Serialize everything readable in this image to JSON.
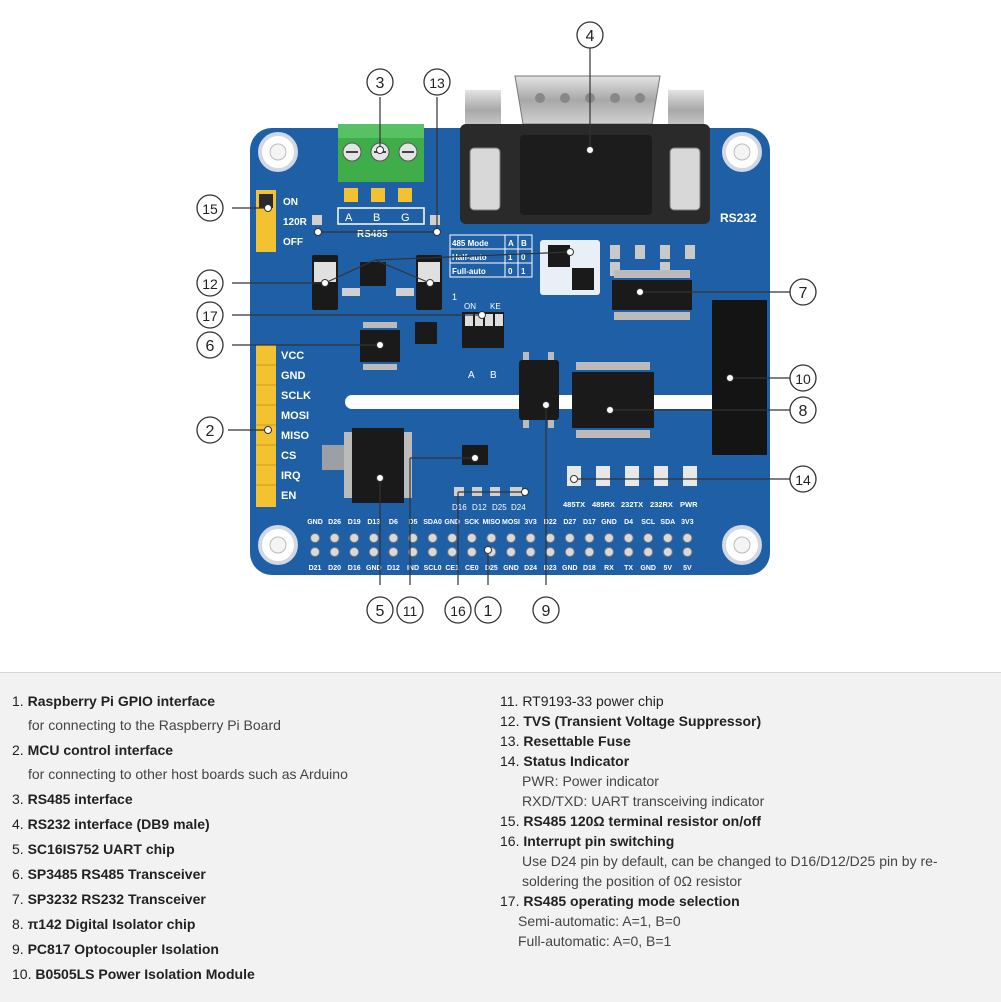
{
  "board": {
    "silkscreen": {
      "rs232": "RS232",
      "rs485": "RS485",
      "terminal": [
        "A",
        "B",
        "G"
      ],
      "jumper": [
        "ON",
        "120R",
        "OFF"
      ],
      "mode_table": [
        [
          "485 Mode",
          "A",
          "B"
        ],
        [
          "Half-auto",
          "1",
          "0"
        ],
        [
          "Full-auto",
          "0",
          "1"
        ]
      ],
      "dip_on": "ON",
      "dip_ke": "KE",
      "dip_ab": [
        "A",
        "B"
      ],
      "dip_num": "1",
      "mcu_pins": [
        "VCC",
        "GND",
        "SCLK",
        "MOSI",
        "MISO",
        "CS",
        "IRQ",
        "EN"
      ],
      "int_pins": [
        "D16",
        "D12",
        "D25",
        "D24"
      ],
      "leds": [
        "485TX",
        "485RX",
        "232TX",
        "232RX",
        "PWR"
      ],
      "gpio_top": [
        "GND",
        "D26",
        "D19",
        "D13",
        "D6",
        "D5",
        "SDA0",
        "GND",
        "SCK",
        "MISO",
        "MOSI",
        "3V3",
        "D22",
        "D27",
        "D17",
        "GND",
        "D4",
        "SCL",
        "SDA",
        "3V3"
      ],
      "gpio_bottom": [
        "D21",
        "D20",
        "D16",
        "GND",
        "D12",
        "IND",
        "SCL0",
        "CE1",
        "CE0",
        "D25",
        "GND",
        "D24",
        "D23",
        "GND",
        "D18",
        "RX",
        "TX",
        "GND",
        "5V",
        "5V"
      ]
    },
    "callouts": [
      "1",
      "2",
      "3",
      "4",
      "5",
      "6",
      "7",
      "8",
      "9",
      "10",
      "11",
      "12",
      "13",
      "14",
      "15",
      "16",
      "17"
    ]
  },
  "legend": {
    "left": [
      {
        "num": "1.",
        "title": "Raspberry Pi GPIO interface",
        "desc": "for connecting to the Raspberry Pi Board"
      },
      {
        "num": "2.",
        "title": "MCU control interface",
        "desc": "for connecting to other host boards such as Arduino"
      },
      {
        "num": "3.",
        "title": "RS485 interface"
      },
      {
        "num": "4.",
        "title": "RS232 interface (DB9 male)"
      },
      {
        "num": "5.",
        "title": "SC16IS752 UART chip"
      },
      {
        "num": "6.",
        "title": "SP3485 RS485 Transceiver"
      },
      {
        "num": "7.",
        "title": "SP3232 RS232 Transceiver"
      },
      {
        "num": "8.",
        "title": "π142 Digital Isolator chip"
      },
      {
        "num": "9.",
        "title": "PC817 Optocoupler Isolation"
      },
      {
        "num": "10.",
        "title": "B0505LS Power Isolation Module"
      }
    ],
    "right": [
      {
        "num": "11.",
        "title": "RT9193-33 power chip",
        "plain": true
      },
      {
        "num": "12.",
        "title": "TVS (Transient Voltage Suppressor)"
      },
      {
        "num": "13.",
        "title": "Resettable Fuse"
      },
      {
        "num": "14.",
        "title": "Status Indicator",
        "desc": [
          "PWR: Power indicator",
          "RXD/TXD: UART transceiving indicator"
        ]
      },
      {
        "num": "15.",
        "title": "RS485 120Ω terminal resistor on/off"
      },
      {
        "num": "16.",
        "title": "Interrupt pin switching",
        "desc": [
          "Use D24 pin by default, can be changed to D16/D12/D25 pin by re-",
          "soldering the position of 0Ω resistor"
        ]
      },
      {
        "num": "17.",
        "title": "RS485 operating mode selection",
        "desc": [
          "Semi-automatic: A=1, B=0",
          "Full-automatic: A=0, B=1"
        ],
        "descSmall": true
      }
    ]
  },
  "colors": {
    "pcb": "#1f5fa6",
    "pcb_dark": "#174d8a",
    "header": "#f2c230",
    "terminal": "#3fae4a",
    "chip": "#1a1a1a",
    "pad": "#c9c9c9"
  }
}
